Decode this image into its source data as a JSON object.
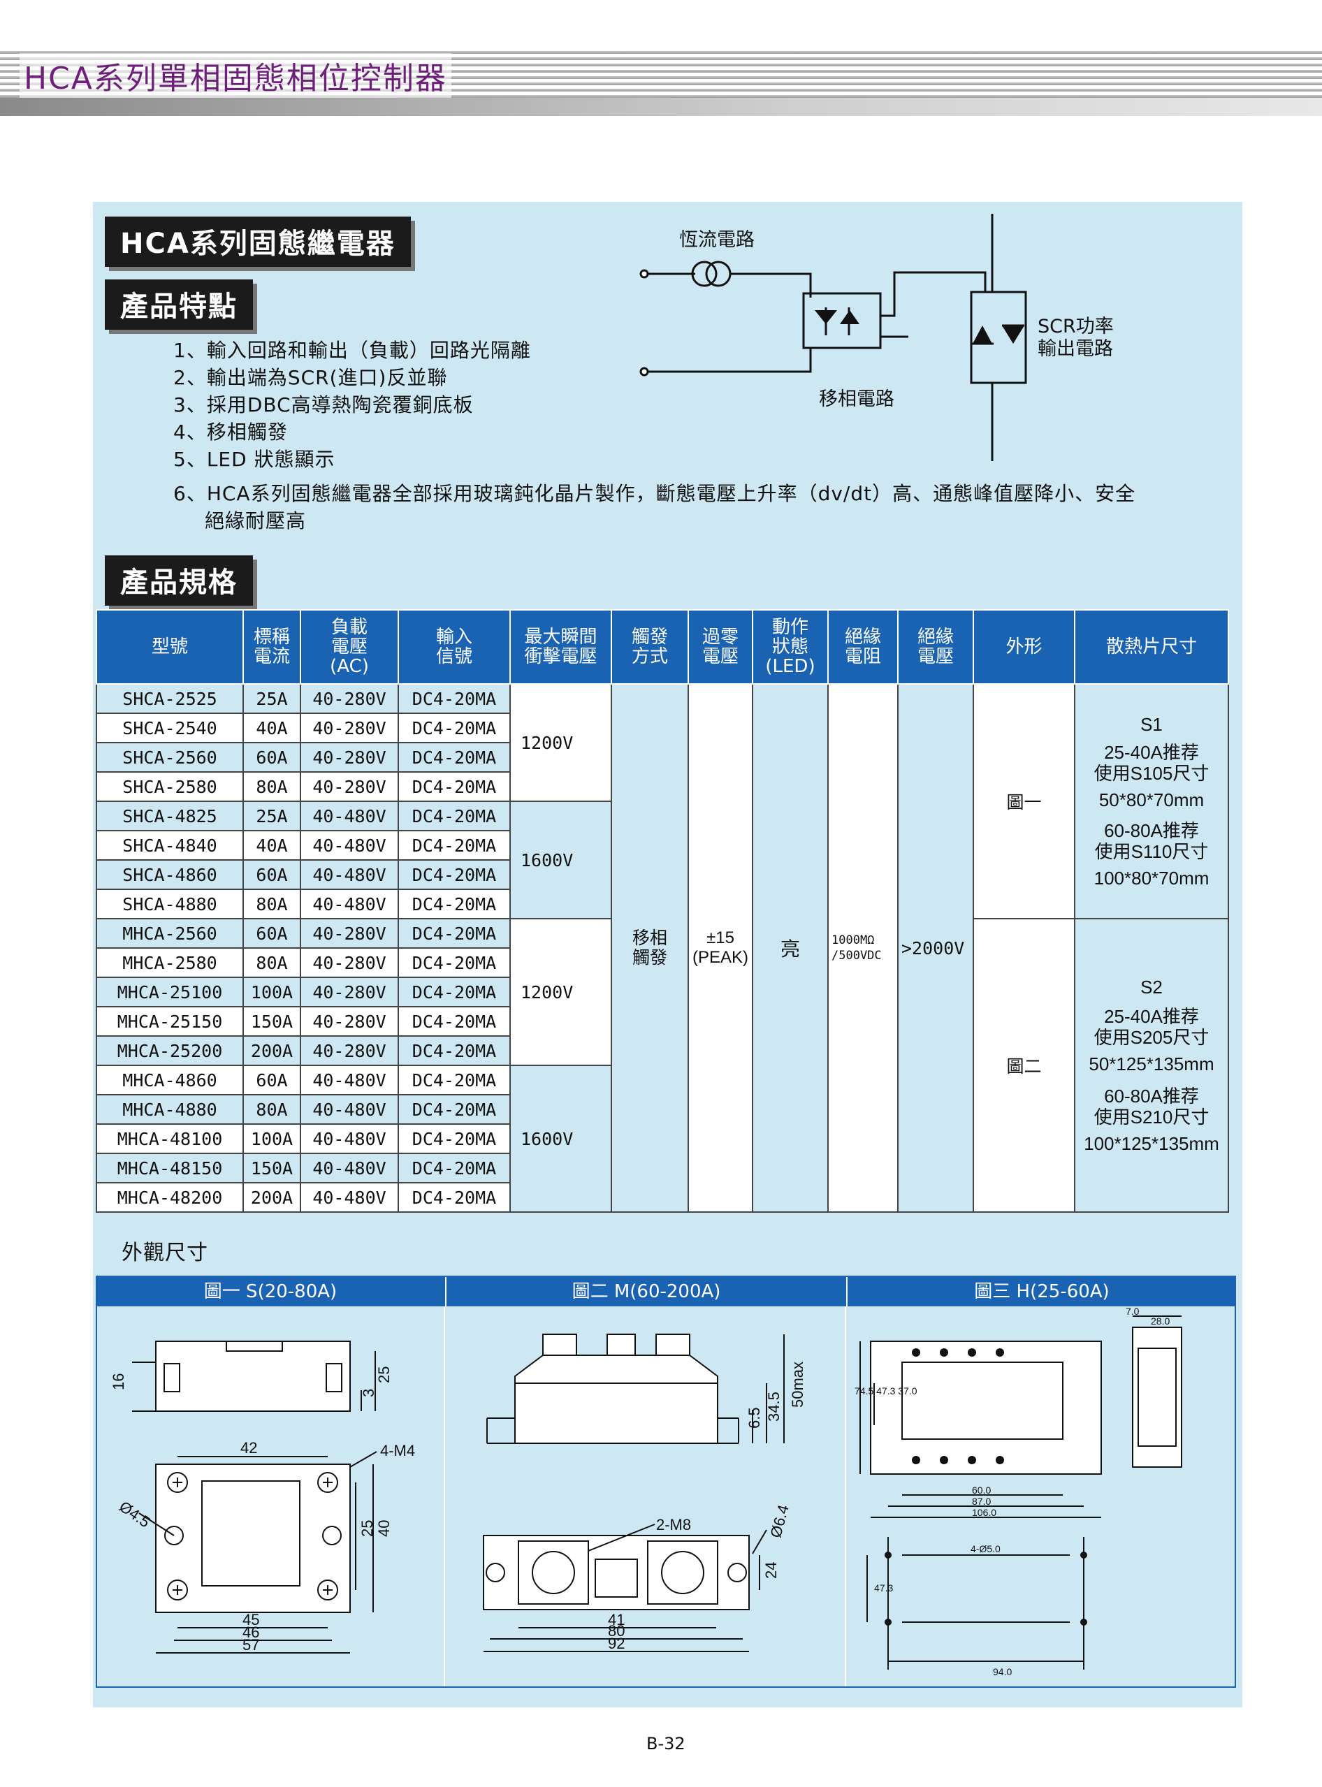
{
  "header": {
    "title": "HCA系列單相固態相位控制器"
  },
  "sections": {
    "relay": "HCA系列固態繼電器",
    "features": "產品特點",
    "specs": "產品規格"
  },
  "features": [
    "1、輸入回路和輸出（負載）回路光隔離",
    "2、輸出端為SCR(進口)反並聯",
    "3、採用DBC高導熱陶瓷覆銅底板",
    "4、移相觸發",
    "5、LED 狀態顯示",
    "6、HCA系列固態繼電器全部採用玻璃鈍化晶片製作，斷態電壓上升率（dv/dt）高、通態峰值壓降小、安全"
  ],
  "features_cont": "絕緣耐壓高",
  "circuit": {
    "constant_current": "恆流電路",
    "phase_shift": "移相電路",
    "scr_line1": "SCR功率",
    "scr_line2": "輸出電路"
  },
  "table": {
    "headers": {
      "model": "型號",
      "current": [
        "標稱",
        "電流"
      ],
      "load_voltage": [
        "負載",
        "電壓",
        "(AC)"
      ],
      "input": [
        "輸入",
        "信號"
      ],
      "surge": [
        "最大瞬間",
        "衝擊電壓"
      ],
      "trigger": [
        "觸發",
        "方式"
      ],
      "zero": [
        "過零",
        "電壓"
      ],
      "status": [
        "動作",
        "狀態",
        "(LED)"
      ],
      "ins_res": [
        "絕緣",
        "電阻"
      ],
      "ins_volt": [
        "絕緣",
        "電壓"
      ],
      "shape": "外形",
      "heatsink": "散熱片尺寸"
    },
    "rows": [
      [
        "SHCA-2525",
        "25A",
        "40-280V",
        "DC4-20MA"
      ],
      [
        "SHCA-2540",
        "40A",
        "40-280V",
        "DC4-20MA"
      ],
      [
        "SHCA-2560",
        "60A",
        "40-280V",
        "DC4-20MA"
      ],
      [
        "SHCA-2580",
        "80A",
        "40-280V",
        "DC4-20MA"
      ],
      [
        "SHCA-4825",
        "25A",
        "40-480V",
        "DC4-20MA"
      ],
      [
        "SHCA-4840",
        "40A",
        "40-480V",
        "DC4-20MA"
      ],
      [
        "SHCA-4860",
        "60A",
        "40-480V",
        "DC4-20MA"
      ],
      [
        "SHCA-4880",
        "80A",
        "40-480V",
        "DC4-20MA"
      ],
      [
        "MHCA-2560",
        "60A",
        "40-280V",
        "DC4-20MA"
      ],
      [
        "MHCA-2580",
        "80A",
        "40-280V",
        "DC4-20MA"
      ],
      [
        "MHCA-25100",
        "100A",
        "40-280V",
        "DC4-20MA"
      ],
      [
        "MHCA-25150",
        "150A",
        "40-280V",
        "DC4-20MA"
      ],
      [
        "MHCA-25200",
        "200A",
        "40-280V",
        "DC4-20MA"
      ],
      [
        "MHCA-4860",
        "60A",
        "40-480V",
        "DC4-20MA"
      ],
      [
        "MHCA-4880",
        "80A",
        "40-480V",
        "DC4-20MA"
      ],
      [
        "MHCA-48100",
        "100A",
        "40-480V",
        "DC4-20MA"
      ],
      [
        "MHCA-48150",
        "150A",
        "40-480V",
        "DC4-20MA"
      ],
      [
        "MHCA-48200",
        "200A",
        "40-480V",
        "DC4-20MA"
      ]
    ],
    "surge": [
      "1200V",
      "1600V",
      "1200V",
      "1600V"
    ],
    "trigger": [
      "移相",
      "觸發"
    ],
    "zero": [
      "±15",
      "(PEAK)"
    ],
    "status": "亮",
    "ins_res": [
      "1000MΩ",
      "/500VDC"
    ],
    "ins_volt": ">2000V",
    "shape": [
      "圖一",
      "圖二"
    ],
    "heatsink_s1": [
      "S1",
      "25-40A推荐",
      "使用S105尺寸",
      "50*80*70mm",
      "60-80A推荐",
      "使用S110尺寸",
      "100*80*70mm"
    ],
    "heatsink_s2": [
      "S2",
      "25-40A推荐",
      "使用S205尺寸",
      "50*125*135mm",
      "60-80A推荐",
      "使用S210尺寸",
      "100*125*135mm"
    ]
  },
  "dims": {
    "label": "外觀尺寸",
    "tabs": [
      "圖一 S(20-80A)",
      "圖二 M(60-200A)",
      "圖三 H(25-60A)"
    ],
    "fig1": {
      "h16": "16",
      "h3": "3",
      "h25": "25",
      "w42": "42",
      "m4": "4-M4",
      "phi": "Ø4.5",
      "v25": "25",
      "v40": "40",
      "w45": "45",
      "w46": "46",
      "w57": "57"
    },
    "fig2": {
      "h65": "6.5",
      "h345": "34.5",
      "h50": "50max",
      "m8": "2-M8",
      "phi": "Ø6.4",
      "v24": "24",
      "w41": "41",
      "w80": "80",
      "w92": "92"
    },
    "fig3": {
      "t7": "7.0",
      "t28": "28.0",
      "left": "74.5 47.3 37.0",
      "w60": "60.0",
      "w87": "87.0",
      "w106": "106.0",
      "holes": "4-Ø5.0",
      "v473": "47.3",
      "w94": "94.0"
    }
  },
  "page": "B-32"
}
